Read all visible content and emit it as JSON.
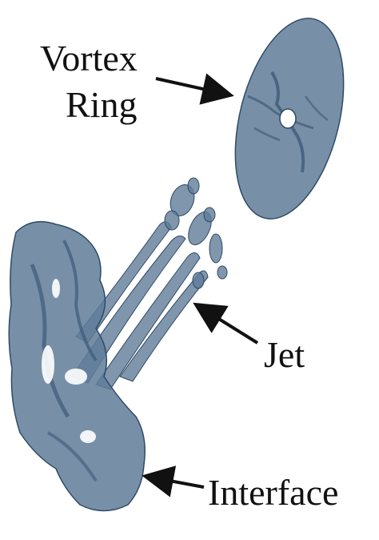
{
  "labels": {
    "vortex_line1": "Vortex",
    "vortex_line2": "Ring",
    "jet": "Jet",
    "interface": "Interface"
  },
  "colors": {
    "surface_fill": "#5f7c99",
    "surface_dark": "#3e5a78",
    "surface_edge": "#2f4a66",
    "arrow": "#111111",
    "background": "#ffffff"
  }
}
